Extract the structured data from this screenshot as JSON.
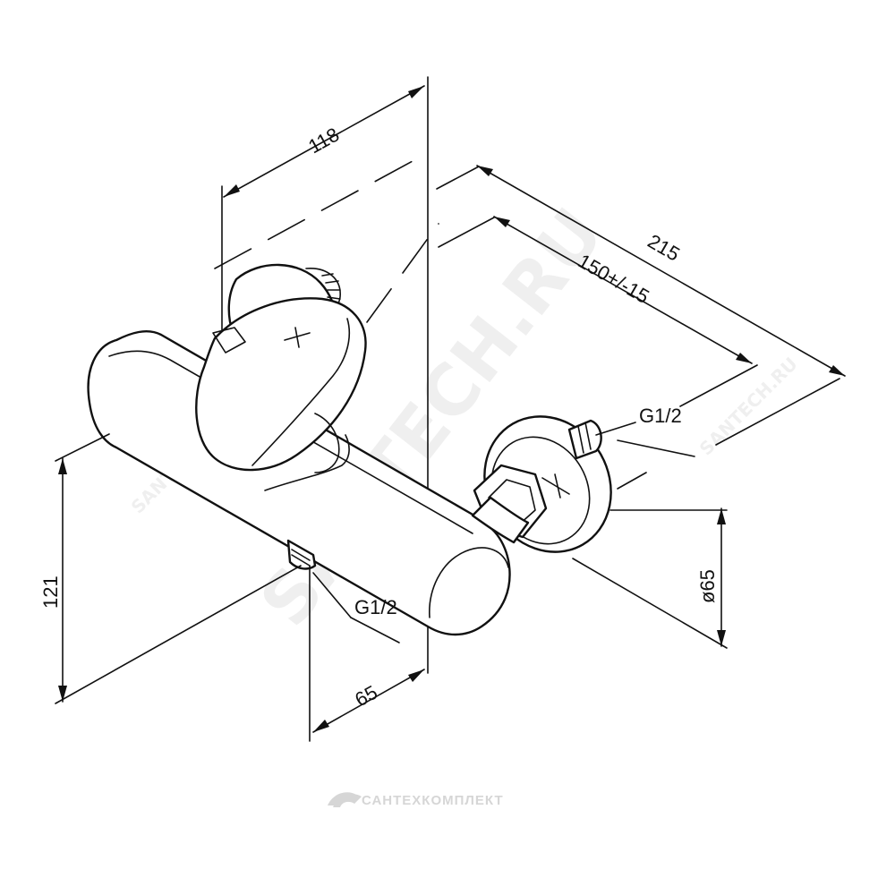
{
  "dimensions": {
    "width_118": "118",
    "depth_215": "215",
    "spread_150": "150+/-15",
    "height_121": "121",
    "depth_65": "65",
    "diameter_65": "ø65"
  },
  "thread_callouts": {
    "inlet": "G1/2",
    "outlet": "G1/2"
  },
  "watermarks": {
    "main": "SANTECH.RU",
    "small_left": "SANTECH.RU",
    "small_right": "SANTECH.RU"
  },
  "footer": {
    "logo_icon": "santechkomplekt-logo-icon",
    "company": "САНТЕХКОМПЛЕКТ"
  },
  "colors": {
    "line": "#111111",
    "watermark": "#000000",
    "footer": "#d6d6d6"
  }
}
